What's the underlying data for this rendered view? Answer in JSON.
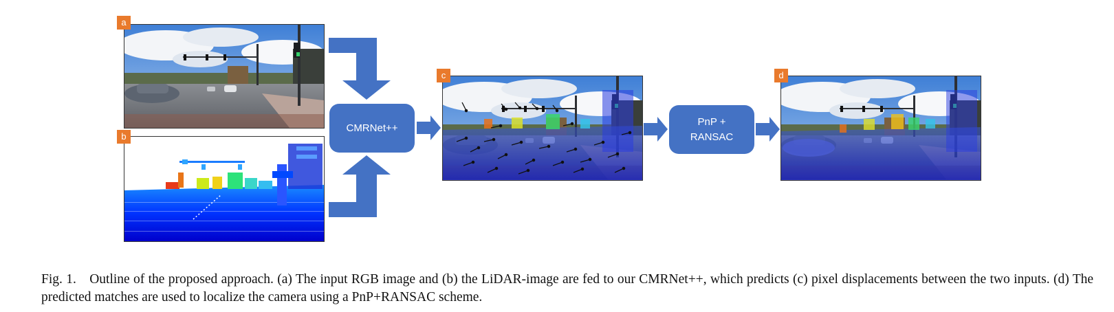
{
  "figure": {
    "panels": [
      {
        "badge": "a",
        "content": "input RGB image of a street scene with traffic lights, cars and road"
      },
      {
        "badge": "b",
        "content": "LiDAR-image colour-coded by depth on white background"
      },
      {
        "badge": "c",
        "content": "RGB image overlaid with LiDAR projection and black displacement arrows"
      },
      {
        "badge": "d",
        "content": "RGB image overlaid with aligned LiDAR projection"
      }
    ],
    "boxes": {
      "cmrnet": "CMRNet++",
      "pnp_line1": "PnP +",
      "pnp_line2": "RANSAC"
    },
    "colors": {
      "arrow": "#4472c4",
      "box": "#4472c4",
      "badge": "#e97a2c"
    }
  },
  "caption": {
    "label": "Fig. 1.",
    "text": "Outline of the proposed approach. (a) The input RGB image and (b) the LiDAR-image are fed to our CMRNet++, which predicts (c) pixel displacements between the two inputs. (d) The predicted matches are used to localize the camera using a PnP+RANSAC scheme."
  }
}
